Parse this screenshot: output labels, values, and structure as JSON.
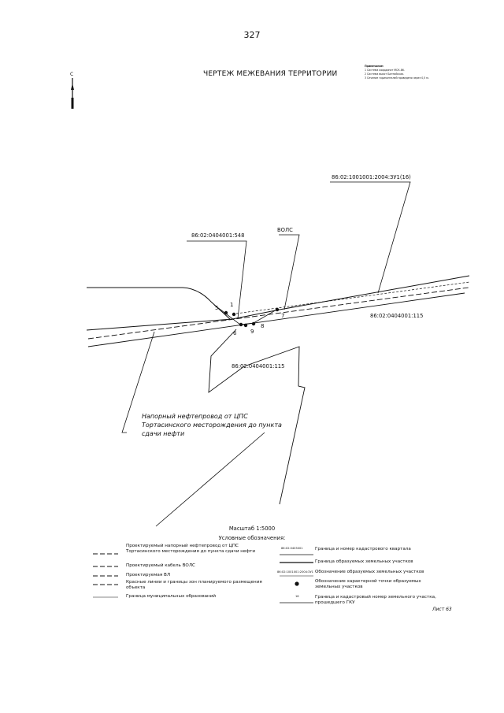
{
  "page_number": "327",
  "title": "ЧЕРТЕЖ МЕЖЕВАНИЯ ТЕРРИТОРИИ",
  "north_label": "С",
  "notes": {
    "heading": "Примечание:",
    "items": [
      "1 Система координат МСК-86.",
      "2 Система высот Балтийская.",
      "3 Сечение горизонталей проведено через 0,5 м."
    ]
  },
  "map_labels": {
    "parcel_top_right": "86:02:1001001:2004:ЗУ1(16)",
    "parcel_left": "86:02:0404001:548",
    "volc": "ВОЛС",
    "parcel_right": "86:02:0404001:115",
    "parcel_center": "86:02:0404001:115",
    "pipeline": "Напорный нефтепровод от ЦПС Тортасинского месторождения до пункта сдачи нефти"
  },
  "points": [
    "1",
    "5",
    "6",
    "7",
    "8",
    "9"
  ],
  "scale": "Масштаб 1:5000",
  "legend": {
    "title": "Условные обозначения:",
    "left": [
      "Проектируемый напорный нефтепровод от ЦПС Тортасинского месторождения до пункта сдачи нефти",
      "Проектируемый кабель ВОЛС",
      "Проектируемая ВЛ",
      "Красные линии и границы зон планируемого размещения объекта",
      "Граница муниципальных образований"
    ],
    "right": [
      {
        "sample": "86:02:0403001",
        "text": "Граница и номер кадастрового квартала"
      },
      {
        "sample": "",
        "text": "Граница образуемых земельных участков"
      },
      {
        "sample": "86:02:1001001:2004:ЗУ1",
        "text": "Обозначение образуемых земельных участков"
      },
      {
        "sample": "",
        "text": "Обозначение характерной точки образуемых земельных участков"
      },
      {
        "sample": "16",
        "text": "Граница и кадастровый номер земельного участка, прошедшего ГКУ"
      }
    ]
  },
  "sheet": "Лист 63"
}
